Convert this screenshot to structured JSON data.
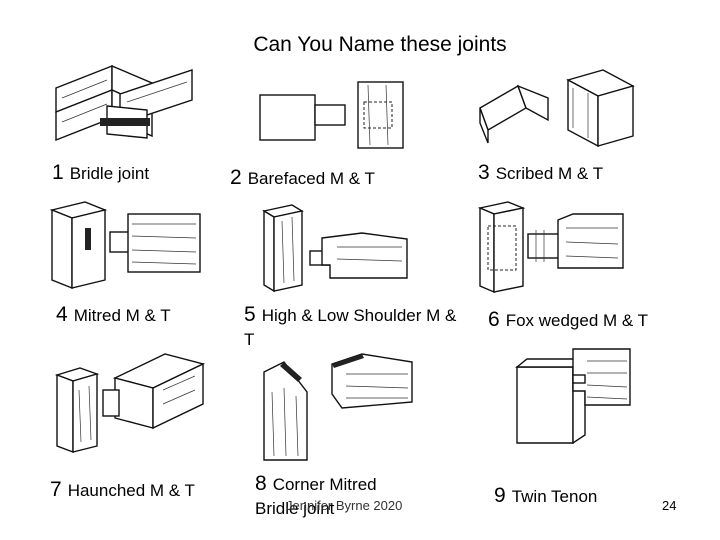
{
  "title": "Can You Name these joints",
  "joints": [
    {
      "number": "1",
      "name": "Bridle joint"
    },
    {
      "number": "2",
      "name": "Barefaced M & T"
    },
    {
      "number": "3",
      "name": "Scribed M & T"
    },
    {
      "number": "4",
      "name": "Mitred M & T"
    },
    {
      "number": "5",
      "name": "High & Low Shoulder M & T"
    },
    {
      "number": "6",
      "name": "Fox wedged M & T"
    },
    {
      "number": "7",
      "name": "Haunched M & T"
    },
    {
      "number": "8",
      "name": "Corner Mitred Bridle joint"
    },
    {
      "number": "9",
      "name": "Twin Tenon"
    }
  ],
  "footer": "Jennifer Byrne 2020",
  "page_number": "24"
}
